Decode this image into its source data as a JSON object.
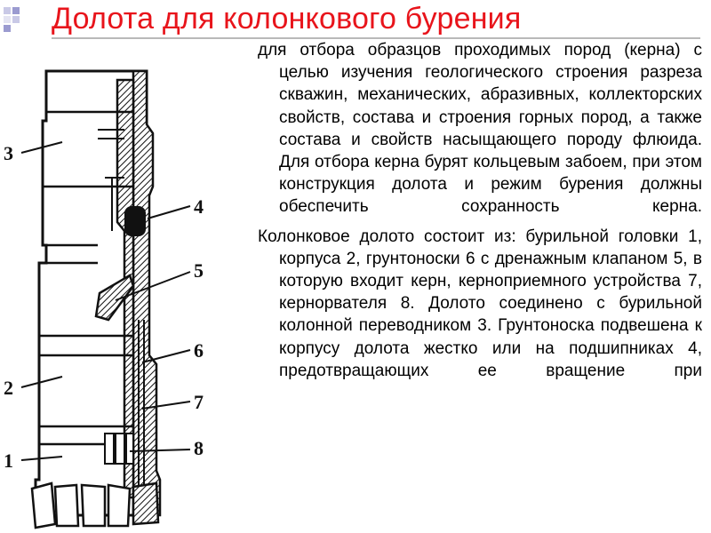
{
  "slide": {
    "title": "Долота для колонкового бурения",
    "paragraphs": [
      "для отбора образцов проходимых пород (керна) с целью изучения геологического строения разреза скважин, механических, абразивных, коллекторских свойств, состава и строения горных пород, а также состава и свойств насыщающего породу флюида. Для отбора керна бурят кольцевым забоем, при этом конструкция долота и режим бурения должны обеспечить сохранность керна.",
      "Колонковое долото состоит из: бурильной головки 1, корпуса 2, грунтоноски 6 с дренажным клапаном 5, в которую входит керн, кернoприемного устройства 7, кернорвателя 8. Долото соединено с бурильной колонной переводником 3. Грунтоноска подвешена к корпусу долота жестко или на подшипниках 4, предотвращающих ее вращение при"
    ],
    "corner_colors": [
      "#c9c9e6",
      "#9b9bd0",
      "#c9c9e6",
      "#e4e4f2"
    ]
  },
  "figure": {
    "labels": [
      "1",
      "2",
      "3",
      "4",
      "5",
      "6",
      "7",
      "8"
    ]
  }
}
